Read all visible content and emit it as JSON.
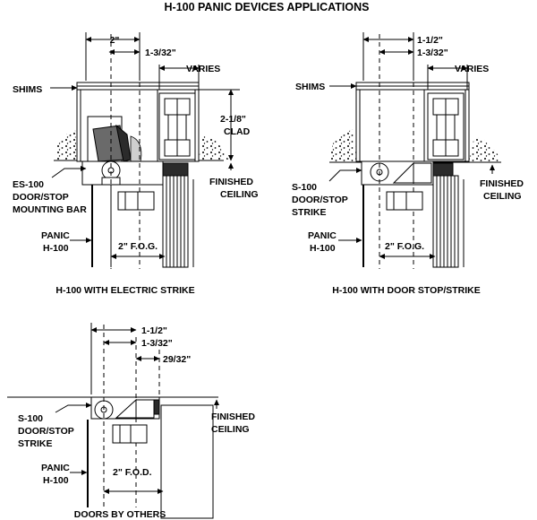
{
  "title": "H-100 PANIC DEVICES APPLICATIONS",
  "panels": [
    {
      "caption": "H-100 WITH ELECTRIC STRIKE",
      "dims": {
        "d1": "2\"",
        "d2": "1-3/32\"",
        "varies": "VARIES",
        "clad": "2-1/8\"",
        "clad_word": "CLAD",
        "fog": "2\" F.O.G."
      },
      "labels": {
        "shims": "SHIMS",
        "mount_1": "ES-100",
        "mount_2": "DOOR/STOP",
        "mount_3": "MOUNTING BAR",
        "finished_1": "FINISHED",
        "finished_2": "CEILING",
        "panic_1": "PANIC",
        "panic_2": "H-100"
      }
    },
    {
      "caption": "H-100 WITH DOOR STOP/STRIKE",
      "dims": {
        "d1": "1-1/2\"",
        "d2": "1-3/32\"",
        "varies": "VARIES",
        "fog": "2\" F.O.G."
      },
      "labels": {
        "shims": "SHIMS",
        "strike_1": "S-100",
        "strike_2": "DOOR/STOP",
        "strike_3": "STRIKE",
        "finished_1": "FINISHED",
        "finished_2": "CEILING",
        "panic_1": "PANIC",
        "panic_2": "H-100"
      }
    },
    {
      "caption": "DOORS BY OTHERS",
      "dims": {
        "d1": "1-1/2\"",
        "d2": "1-3/32\"",
        "d3": "29/32\"",
        "fod": "2\" F.O.D."
      },
      "labels": {
        "strike_1": "S-100",
        "strike_2": "DOOR/STOP",
        "strike_3": "STRIKE",
        "finished_1": "FINISHED",
        "finished_2": "CEILING",
        "panic_1": "PANIC",
        "panic_2": "H-100"
      }
    }
  ]
}
